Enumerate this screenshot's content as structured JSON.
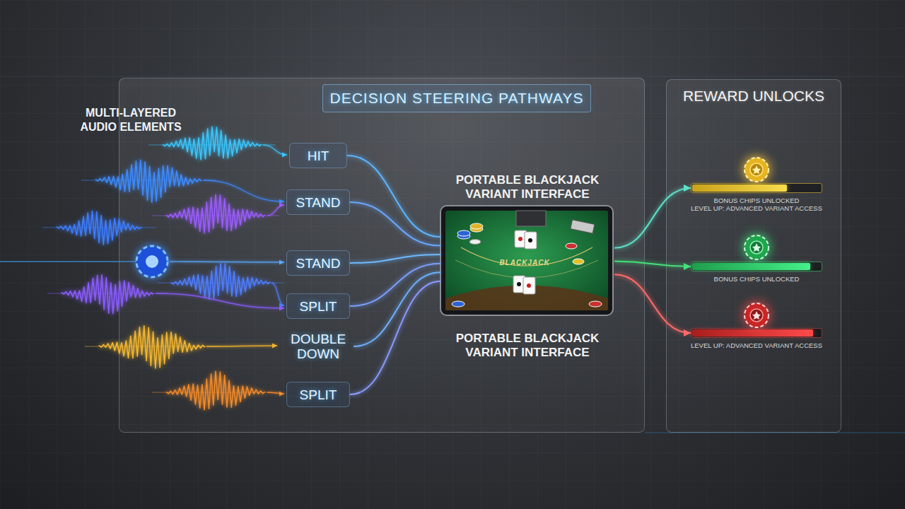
{
  "diagram": {
    "nodes": [
      {
        "text": [
          "DECISION STEERING PATHWAYS"
        ]
      },
      {
        "text": [
          "HIT"
        ],
        "in": 0
      },
      {
        "text": [
          "STAND"
        ],
        "in": 0
      },
      {
        "text": [
          "STAND"
        ],
        "in": 0
      },
      {
        "text": [
          "SPLIT"
        ],
        "in": 0
      },
      {
        "text": [
          "DOUBLE DOWN"
        ],
        "in": 0
      },
      {
        "text": [
          "SPLIT"
        ],
        "in": 0
      },
      {
        "text": [
          "PORTABLE BLACKJACK VARIANT INTERFACE",
          "PORTABLE BLACKJACK VARIANT INTERFACE"
        ],
        "in": 0
      },
      {
        "text": [
          "REWARD UNLOCKS"
        ]
      },
      {
        "text": [
          "BONUS CHIPS UNLOCKED",
          "LEVEL UP: ADVANCED VARIANT ACCESS"
        ],
        "in": 8
      },
      {
        "text": [
          "BONUS CHIPS UNLOCKED"
        ],
        "in": 8
      },
      {
        "text": [
          "LEVEL UP: ADVANCED VARIANT ACCESS"
        ],
        "in": 8
      }
    ],
    "edges": [
      {
        "from": 1,
        "to": 7,
        "arrow": "none"
      },
      {
        "from": 2,
        "to": 7,
        "arrow": "none"
      },
      {
        "from": 3,
        "to": 7,
        "arrow": "none"
      },
      {
        "from": 4,
        "to": 7,
        "arrow": "none"
      },
      {
        "from": 5,
        "to": 7,
        "arrow": "none"
      },
      {
        "from": 6,
        "to": 7,
        "arrow": "none"
      },
      {
        "from": 7,
        "to": 9,
        "arrow": "to"
      },
      {
        "from": 7,
        "to": 10,
        "arrow": "to"
      },
      {
        "from": 7,
        "to": 11,
        "arrow": "to"
      }
    ],
    "labels": [
      "MULTI-LAYERED AUDIO ELEMENTS",
      "BLACKJACK"
    ]
  }
}
